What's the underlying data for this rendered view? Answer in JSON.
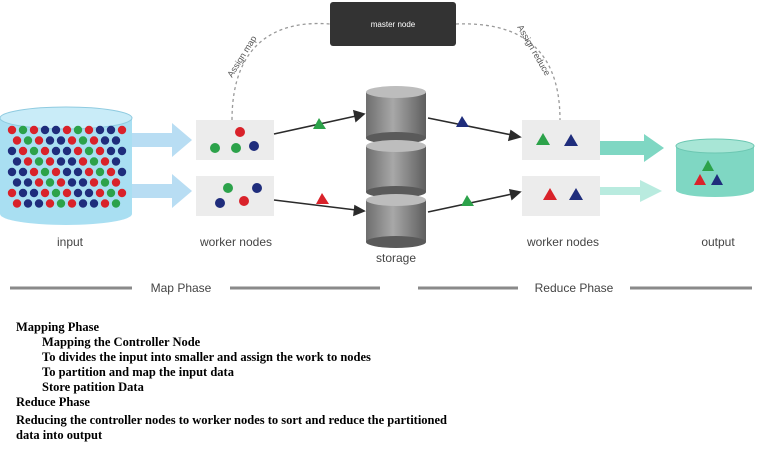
{
  "diagram": {
    "master_label": "master node",
    "assign_map": "Assign map",
    "assign_reduce": "Assign reduce",
    "input_label": "input",
    "worker_map_label": "worker nodes",
    "storage_label": "storage",
    "worker_reduce_label": "worker nodes",
    "output_label": "output",
    "map_phase_label": "Map Phase",
    "reduce_phase_label": "Reduce Phase",
    "colors": {
      "red": "#d9222a",
      "green": "#2ca24a",
      "blue": "#1f2d7c",
      "cyl_blue": "#a9dff2",
      "teal": "#7fd7c3",
      "arrow_blue": "#b8ddf3",
      "dark": "#2b2b2b"
    }
  },
  "notes": {
    "l0": "Mapping Phase",
    "l1": "Mapping the Controller Node",
    "l2": "To divides the input into smaller and assign the work to nodes",
    "l3": "To partition and map the input data",
    "l4": "Store patition Data",
    "l5": "Reduce Phase",
    "l6": "Reducing the controller nodes to worker nodes to sort and reduce the partitioned",
    "l7": "data into output"
  }
}
